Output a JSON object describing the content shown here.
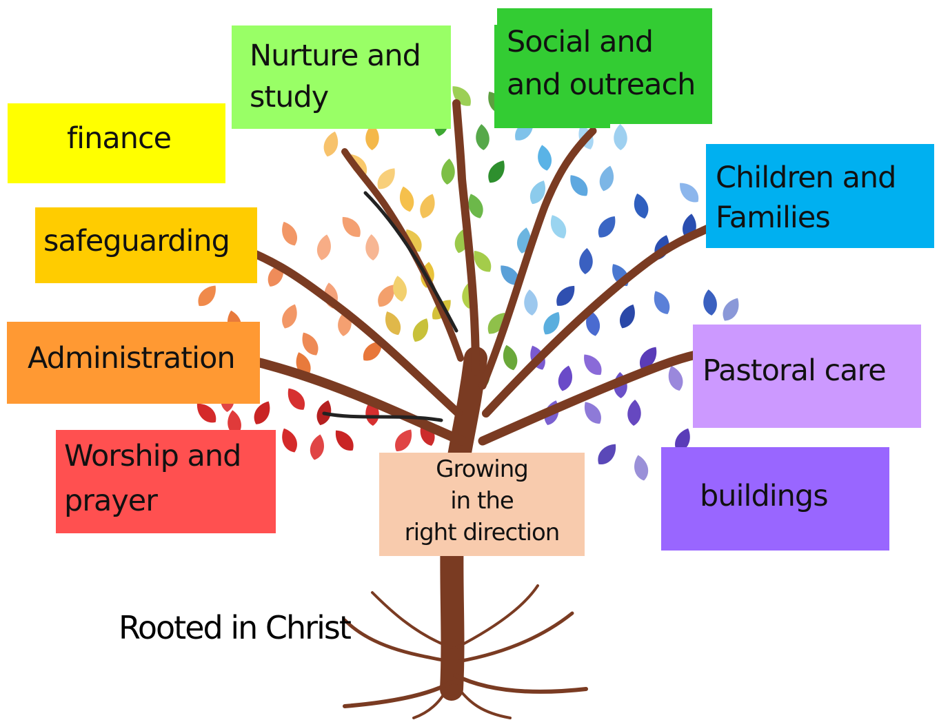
{
  "diagram": {
    "labels": {
      "finance": "finance",
      "nurture": "Nurture and\nstudy",
      "social": "Social and\nand outreach",
      "children": "Children and\n  Families",
      "safeguarding": "safeguarding",
      "administration": "Administration",
      "pastoral": "Pastoral care",
      "worship": "Worship and\nprayer",
      "buildings": "buildings",
      "growing": "Growing\n in the\nright direction",
      "rooted": "Rooted in Christ"
    },
    "colors": {
      "finance": "#ffff00",
      "nurture": "#99ff66",
      "social": "#33cc33",
      "children": "#00b0f0",
      "safeguarding": "#ffcc00",
      "administration": "#ff9933",
      "pastoral": "#cc99ff",
      "worship": "#ff5050",
      "buildings": "#9966ff",
      "growing": "#f8cbad",
      "trunk": "#7a3b22"
    },
    "icons": [
      "tree-icon"
    ]
  }
}
